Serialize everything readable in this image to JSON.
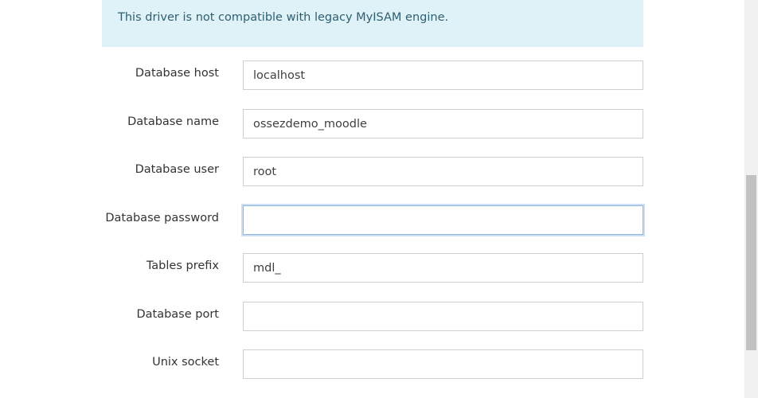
{
  "notice": {
    "text": "This driver is not compatible with legacy MyISAM engine."
  },
  "form": {
    "fields": [
      {
        "label": "Database host",
        "value": "localhost",
        "placeholder": ""
      },
      {
        "label": "Database name",
        "value": "ossezdemo_moodle",
        "placeholder": ""
      },
      {
        "label": "Database user",
        "value": "root",
        "placeholder": ""
      },
      {
        "label": "Database password",
        "value": "",
        "placeholder": ""
      },
      {
        "label": "Tables prefix",
        "value": "mdl_",
        "placeholder": ""
      },
      {
        "label": "Database port",
        "value": "",
        "placeholder": ""
      },
      {
        "label": "Unix socket",
        "value": "",
        "placeholder": ""
      }
    ]
  },
  "colors": {
    "notice_bg": "#def2f8",
    "notice_text": "#2f5f70",
    "focus_border": "#8fb6e0"
  }
}
